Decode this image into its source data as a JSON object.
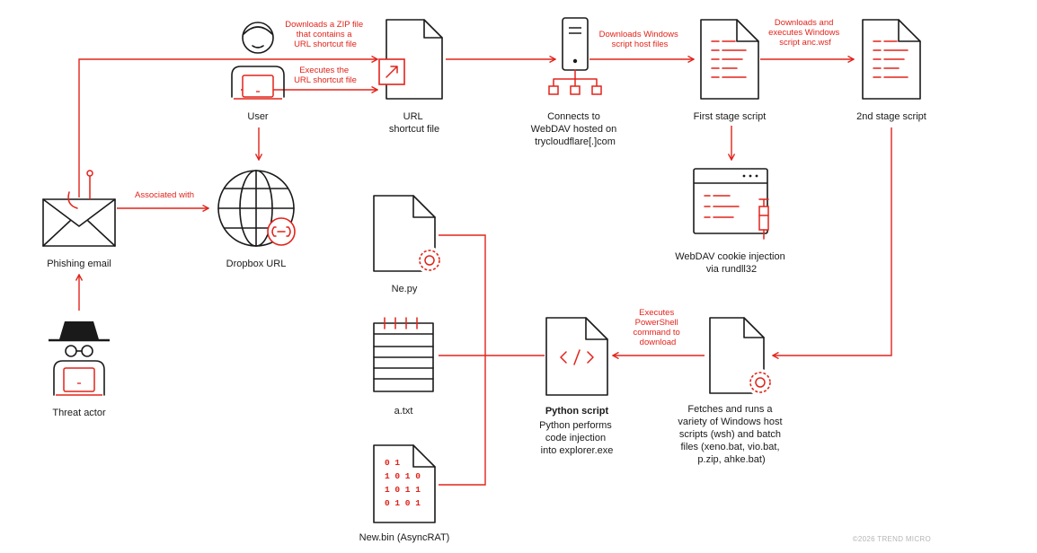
{
  "nodes": {
    "threat_actor": "Threat actor",
    "phishing_email": "Phishing email",
    "dropbox_url": "Dropbox URL",
    "user": "User",
    "url_shortcut": [
      "URL",
      "shortcut file"
    ],
    "webdav": [
      "Connects to",
      "WebDAV hosted on",
      "trycloudflare[.]com"
    ],
    "first_stage": "First stage script",
    "second_stage": "2nd stage script",
    "cookie": [
      "WebDAV cookie injection",
      "via rundll32"
    ],
    "fetches": [
      "Fetches and runs a",
      "variety of Windows host",
      "scripts (wsh) and batch",
      "files (xeno.bat, vio.bat,",
      "p.zip, ahke.bat)"
    ],
    "python_title": "Python script",
    "python_desc": [
      "Python performs",
      "code injection",
      "into explorer.exe"
    ],
    "ne_py": "Ne.py",
    "a_txt": "a.txt",
    "new_bin": "New.bin (AsyncRAT)"
  },
  "edges": {
    "associated": "Associated with",
    "downloads_zip": [
      "Downloads a ZIP file",
      "that contains a",
      "URL shortcut file"
    ],
    "executes_url": [
      "Executes the",
      "URL shortcut file"
    ],
    "downloads_wsh": [
      "Downloads Windows",
      "script host files"
    ],
    "downloads_exec": [
      "Downloads and",
      "executes Windows",
      "script anc.wsf"
    ],
    "executes_ps": [
      "Executes",
      "PowerShell",
      "command to",
      "download"
    ]
  },
  "footer": {
    "copyright": "©2026 TREND MICRO"
  },
  "colors": {
    "accent": "#e2231a",
    "ink": "#1a1a1a"
  }
}
